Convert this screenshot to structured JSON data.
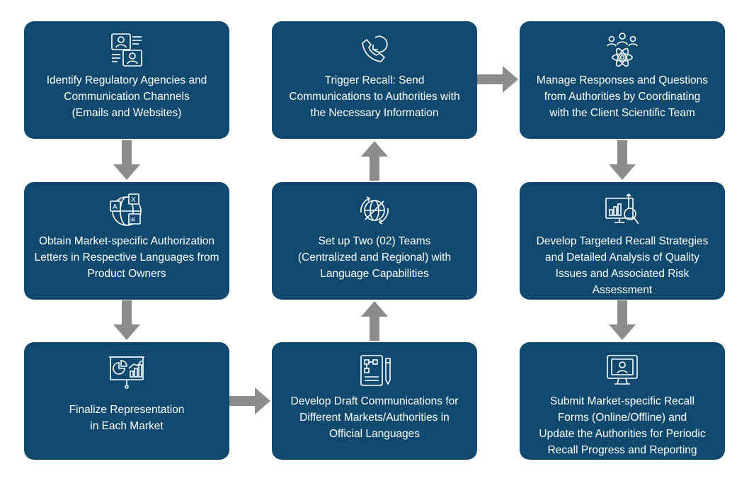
{
  "colors": {
    "box": "#0f4a6e",
    "arrow": "#8c8c8c",
    "text": "#ffffff"
  },
  "steps": [
    {
      "label": "Identify Regulatory Agencies and\nCommunication  Channels\n(Emails and Websites)",
      "icon": "video-call-users-icon"
    },
    {
      "label": "Obtain Market-specific Authorization\nLetters in Respective Languages from\nProduct Owners",
      "icon": "translation-globe-icon"
    },
    {
      "label": "Finalize Representation\nin Each Market",
      "icon": "presentation-board-icon"
    },
    {
      "label": "Develop Draft Communications for\nDifferent Markets/Authorities in\nOfficial Languages",
      "icon": "document-pen-icon"
    },
    {
      "label": "Set up Two (02) Teams\n(Centralized and Regional) with\nLanguage Capabilities",
      "icon": "globe-sync-icon"
    },
    {
      "label": "Trigger Recall: Send\nCommunications to Authorities with\nthe Necessary Information",
      "icon": "phone-refresh-icon"
    },
    {
      "label": "Manage Responses and Questions\nfrom Authorities by Coordinating\nwith the Client Scientific Team",
      "icon": "team-science-icon"
    },
    {
      "label": "Develop Targeted Recall Strategies\nand Detailed Analysis of Quality\nIssues and Associated Risk\nAssessment",
      "icon": "analytics-magnifier-icon"
    },
    {
      "label": "Submit Market-specific Recall\nForms (Online/Offline) and\nUpdate the Authorities for Periodic\nRecall Progress and Reporting",
      "icon": "monitor-user-icon"
    }
  ]
}
